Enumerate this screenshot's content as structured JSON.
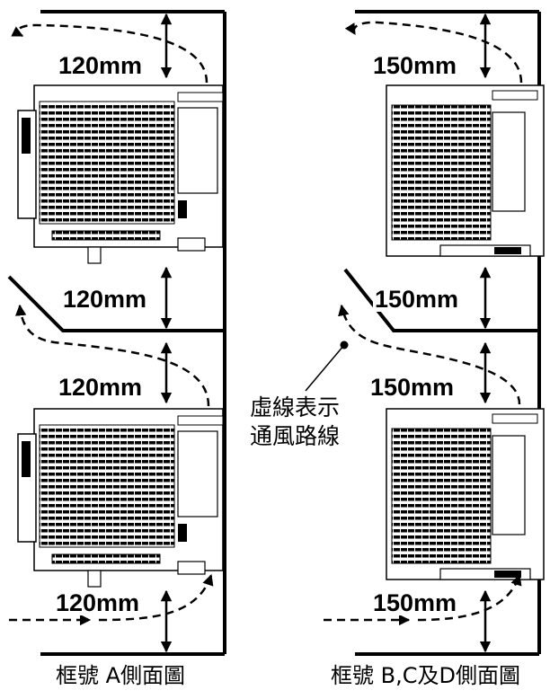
{
  "left_column": {
    "clearances": [
      "120mm",
      "120mm",
      "120mm",
      "120mm"
    ],
    "caption": "框號 A側面圖"
  },
  "right_column": {
    "clearances": [
      "150mm",
      "150mm",
      "150mm",
      "150mm"
    ],
    "caption": "框號 B,C及D側面圖"
  },
  "legend": {
    "line1": "虛線表示",
    "line2": "通風路線"
  },
  "colors": {
    "ink": "#000000",
    "background": "#ffffff"
  }
}
